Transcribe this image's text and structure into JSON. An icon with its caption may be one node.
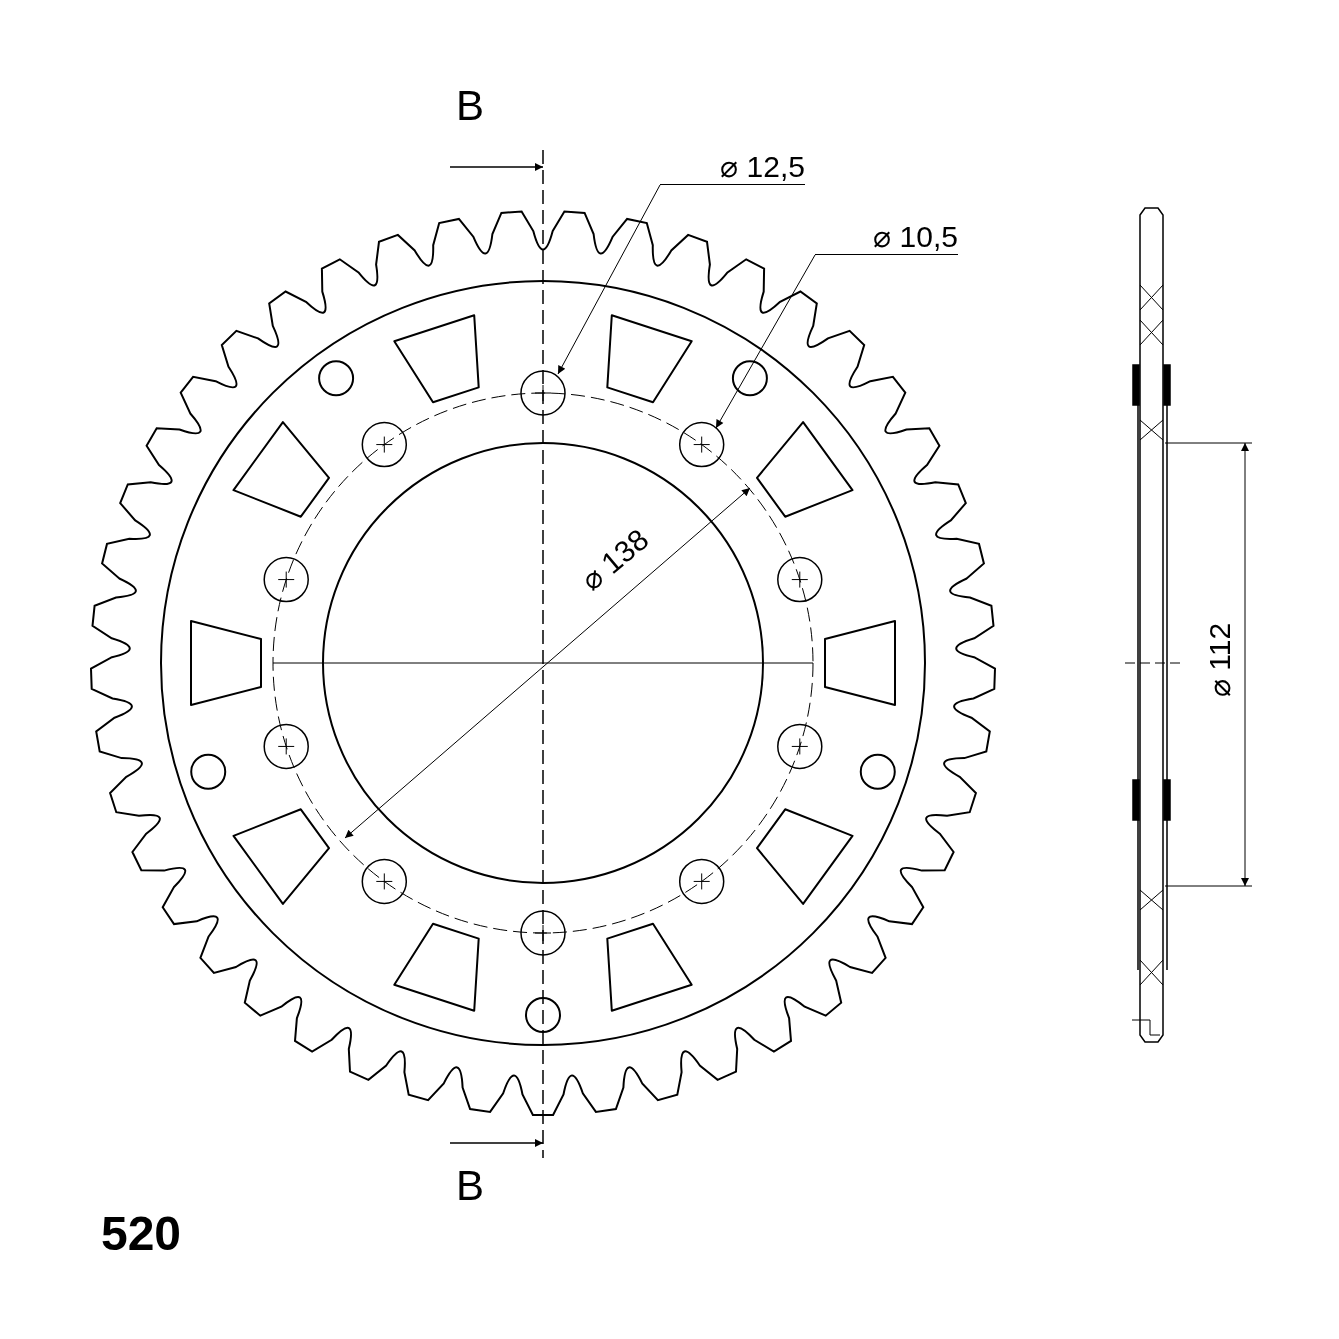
{
  "diagram": {
    "nodes": [
      {
        "text": [
          "⌀ 12,5"
        ]
      },
      {
        "text": [
          "⌀ 10,5"
        ]
      }
    ],
    "edges": [
      {
        "from": 0,
        "to": null,
        "arrow": "to"
      },
      {
        "from": 1,
        "to": null,
        "arrow": "to"
      }
    ],
    "labels": [
      "B",
      "B",
      "⌀ 138",
      "⌀ 112",
      "520"
    ]
  }
}
